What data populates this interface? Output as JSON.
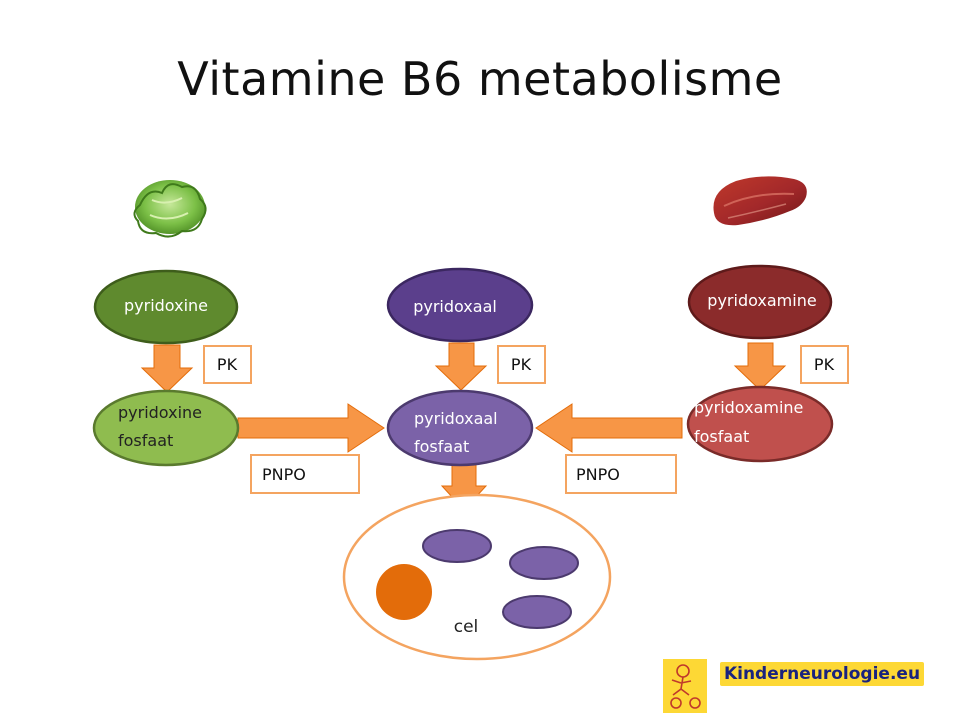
{
  "slide": {
    "title": "Vitamine B6 metabolisme"
  },
  "nodes": {
    "pyridoxine": "pyridoxine",
    "pyridoxine_phosphate": [
      "pyridoxine",
      "fosfaat"
    ],
    "pyridoxal": "pyridoxaal",
    "pyridoxal_phosphate": [
      "pyridoxaal",
      "fosfaat"
    ],
    "pyridoxamine": "pyridoxamine",
    "pyridoxamine_phosphate": [
      "pyridoxamine",
      "fosfaat"
    ]
  },
  "enzymes": {
    "pk_left": "PK",
    "pk_middle": "PK",
    "pk_right": "PK",
    "pnpo_left": "PNPO",
    "pnpo_right": "PNPO"
  },
  "cell": {
    "label": "cel"
  },
  "brand": {
    "name": "Kinderneurologie.eu"
  },
  "icons": {
    "vegetable": "lettuce-icon",
    "meat": "steak-icon",
    "logo": "child-figure-logo-icon"
  },
  "colors": {
    "pyridoxine_node": "#5f8a2e",
    "pyridoxine_phosphate_node": "#8fbc4f",
    "pyridoxal_node": "#5b3f8c",
    "pyridoxal_phosphate_node": "#7b62a8",
    "pyridoxamine_node": "#8b2b2b",
    "pyridoxamine_phosphate_node": "#c0504d",
    "arrow": "#f79646",
    "cell_border": "#f4a460",
    "organelle": "#7b62a8",
    "nucleus": "#e36c0a",
    "brand_bg": "#fdd835"
  }
}
